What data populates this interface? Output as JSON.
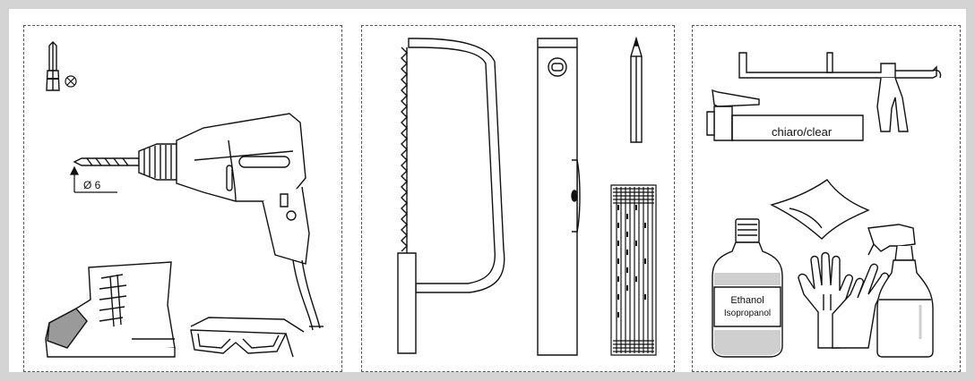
{
  "panel_tools": {
    "drill_bit_size": "Ø 6"
  },
  "panel_measure": {},
  "panel_sealant": {
    "cartridge_label": "chiaro/clear",
    "bottle_label_line1": "Ethanol",
    "bottle_label_line2": "Isopropanol"
  },
  "colors": {
    "background": "#d4d4d4",
    "line": "#111111",
    "shade": "#9a9a9a",
    "light_shade": "#cfcfcf"
  }
}
